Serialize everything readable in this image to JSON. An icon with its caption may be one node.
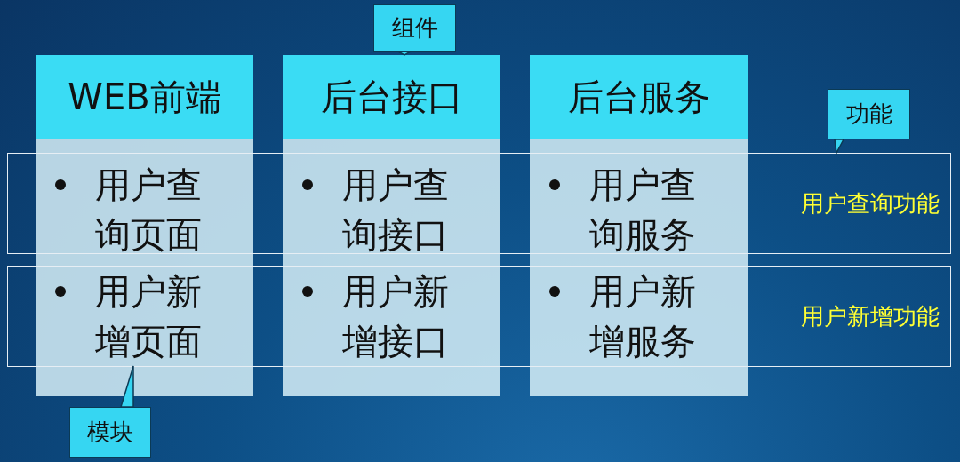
{
  "diagram": {
    "nodes": [
      {
        "text": [
          "组件"
        ]
      },
      {
        "text": [
          "WEB前端"
        ]
      },
      {
        "text": [
          "后台接口"
        ]
      },
      {
        "text": [
          "后台服务"
        ]
      },
      {
        "text": [
          "功能"
        ]
      },
      {
        "text": [
          "用户查询功能"
        ]
      },
      {
        "text": [
          "用户查询页面"
        ]
      },
      {
        "text": [
          "用户查询接口"
        ]
      },
      {
        "text": [
          "用户查询服务"
        ]
      },
      {
        "text": [
          "用户新增功能"
        ]
      },
      {
        "text": [
          "用户新增页面"
        ]
      },
      {
        "text": [
          "用户新增接口"
        ]
      },
      {
        "text": [
          "用户新增服务"
        ]
      },
      {
        "text": [
          "模块"
        ]
      }
    ],
    "edges": [
      {
        "from": 0,
        "to": 2,
        "arrow": "none"
      },
      {
        "from": 4,
        "to": 5,
        "arrow": "none"
      },
      {
        "from": 13,
        "to": 10,
        "arrow": "none"
      }
    ]
  }
}
